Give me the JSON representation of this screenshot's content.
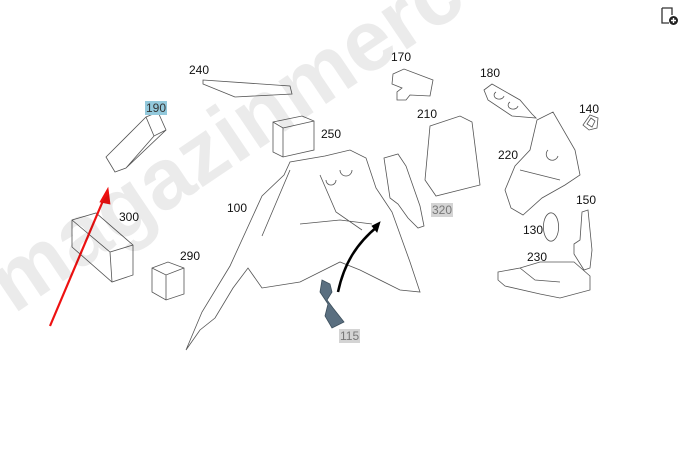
{
  "watermark": "magazinmercedes.ru",
  "toolbar": {
    "add_icon": "page-add-icon"
  },
  "labels": {
    "p240": "240",
    "p190": "190",
    "p250": "250",
    "p170": "170",
    "p180": "180",
    "p210": "210",
    "p140": "140",
    "p220": "220",
    "p100": "100",
    "p300": "300",
    "p320": "320",
    "p290": "290",
    "p150": "150",
    "p130": "130",
    "p230": "230",
    "p115": "115"
  },
  "colors": {
    "highlight": "#93c9dc",
    "grey_tag": "#d4d4d4",
    "arrow_red": "#ee1111",
    "part_115": "#5a6f80"
  }
}
